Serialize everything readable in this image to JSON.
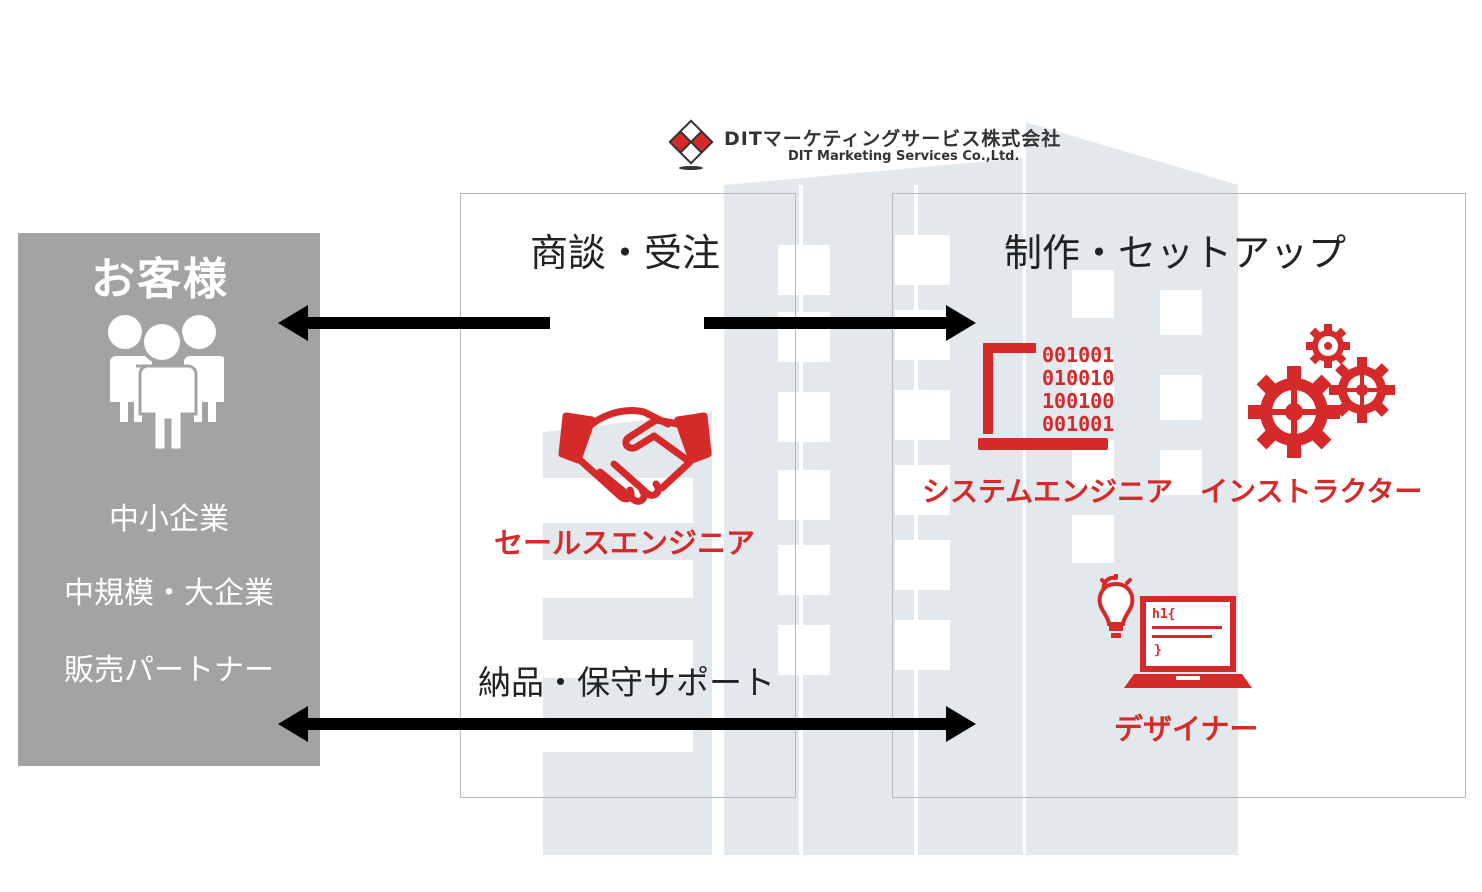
{
  "logo": {
    "name_ja": "DITマーケティングサービス株式会社",
    "name_en": "DIT Marketing Services Co.,Ltd.",
    "mark_letters": "DIT"
  },
  "customer": {
    "title": "お客様",
    "items": [
      "中小企業",
      "中規模・大企業",
      "販売パートナー"
    ],
    "icon": "people-group-icon"
  },
  "sales": {
    "title": "商談・受注",
    "role": "セールスエンジニア",
    "icon": "handshake-icon"
  },
  "production": {
    "title": "制作・セットアップ",
    "roles": [
      {
        "label": "システムエンジニア",
        "icon": "binary-laptop-icon"
      },
      {
        "label": "インストラクター",
        "icon": "gears-icon"
      },
      {
        "label": "デザイナー",
        "icon": "designer-laptop-icon"
      }
    ],
    "binary_lines": [
      "001001",
      "010010",
      "100100",
      "001001"
    ],
    "code_snippet": "h1{",
    "code_close": "}"
  },
  "support": {
    "label": "納品・保守サポート"
  },
  "colors": {
    "accent_red": "#d62a2a",
    "customer_gray": "#a3a3a3",
    "building": "#e3e8ec",
    "arrow": "#000000"
  }
}
